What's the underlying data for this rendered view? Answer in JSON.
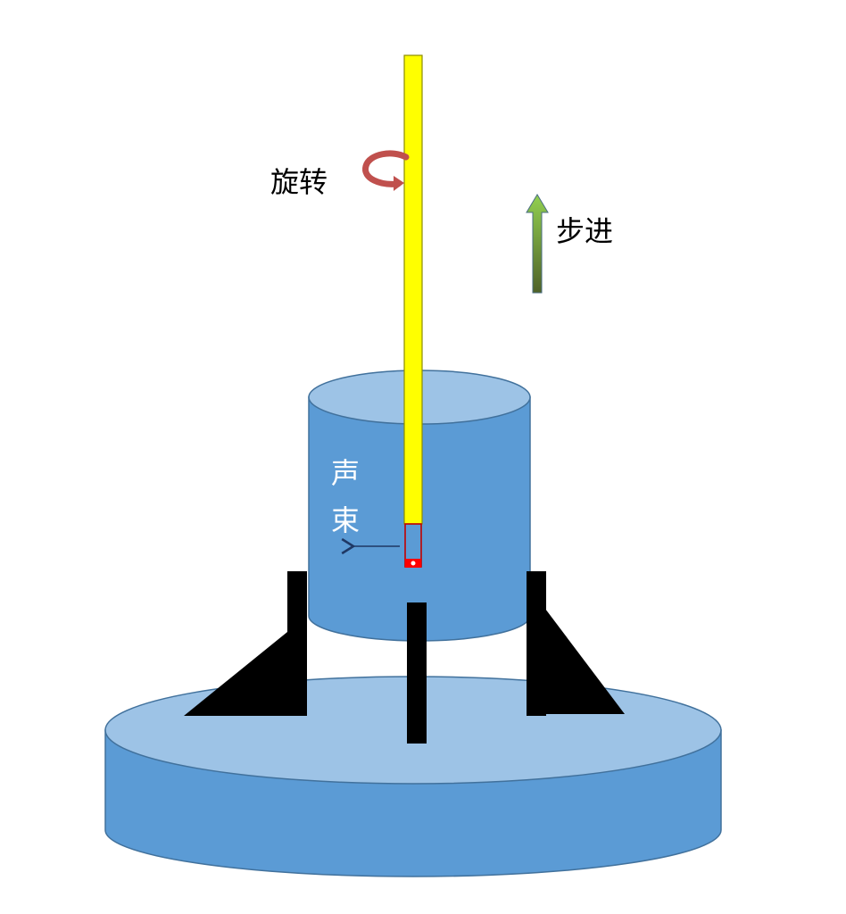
{
  "labels": {
    "rotation": "旋转",
    "step": "步进",
    "beam_line1": "声",
    "beam_line2": "束"
  },
  "colors": {
    "water_side": "#5b9bd5",
    "water_top": "#9dc3e6",
    "probe_rod": "#ffff00",
    "support": "#000000",
    "rotation_arrow": "#c0504d",
    "step_arrow_top": "#92d050",
    "step_arrow_bottom": "#4f6228",
    "transducer": "#ff0000"
  },
  "icons": {
    "rotation": "circular-arrow-icon",
    "step": "up-arrow-icon",
    "beam": "left-arrow-icon"
  }
}
